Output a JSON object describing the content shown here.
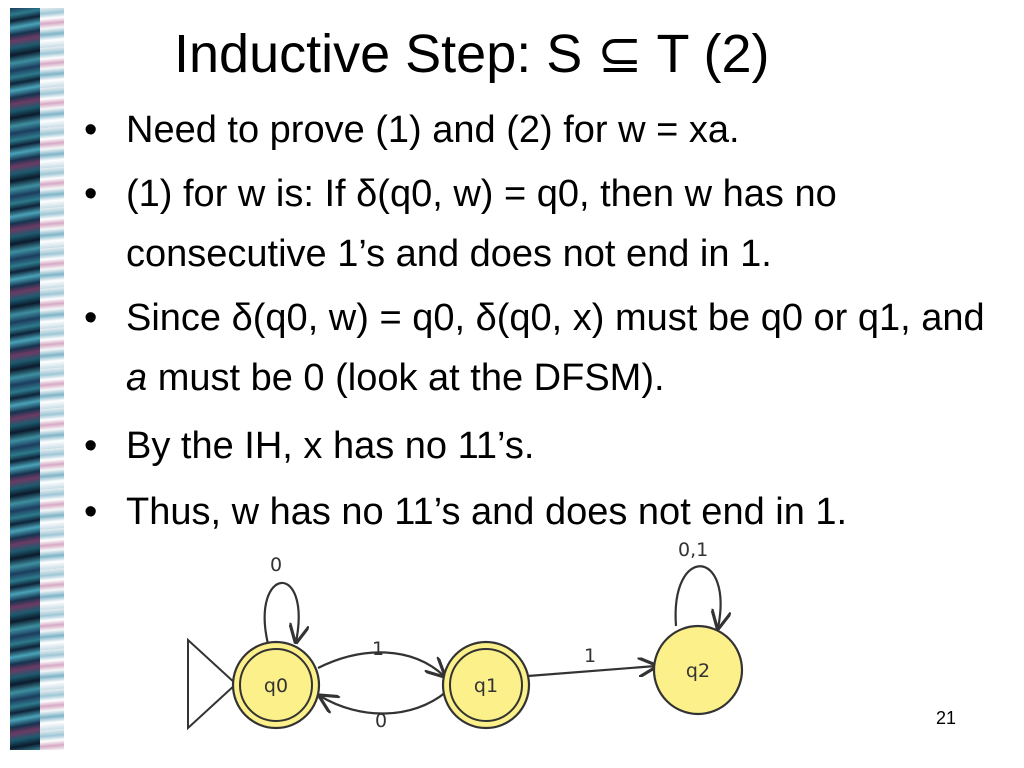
{
  "slide": {
    "title": "Inductive Step: S ⊆ T  (2)",
    "bullets": [
      {
        "text": "Need to prove (1) and (2) for w = xa."
      },
      {
        "text": "(1) for w is: If δ(q0, w) = q0, then w has no consecutive 1’s and does not end in 1."
      },
      {
        "pre": "Since δ(q0, w) = q0, δ(q0, x) must be q0 or q1, and ",
        "em": "a",
        "post": "  must be 0 (look at the DFSM)."
      },
      {
        "text": "By the IH, x has no 11’s."
      },
      {
        "text": "Thus, w has no 11’s and does not end in 1."
      }
    ],
    "page_number": "21"
  },
  "dfsm": {
    "states": [
      {
        "label": "q0",
        "start": true,
        "accepting": true
      },
      {
        "label": "q1",
        "start": false,
        "accepting": true
      },
      {
        "label": "q2",
        "start": false,
        "accepting": false
      }
    ],
    "transitions": [
      {
        "from": "q0",
        "to": "q0",
        "label": "0"
      },
      {
        "from": "q0",
        "to": "q1",
        "label": "1"
      },
      {
        "from": "q1",
        "to": "q0",
        "label": "0"
      },
      {
        "from": "q1",
        "to": "q2",
        "label": "1"
      },
      {
        "from": "q2",
        "to": "q2",
        "label": "0,1"
      }
    ],
    "colors": {
      "state_fill": "#fbf08a",
      "stroke": "#333333"
    }
  }
}
